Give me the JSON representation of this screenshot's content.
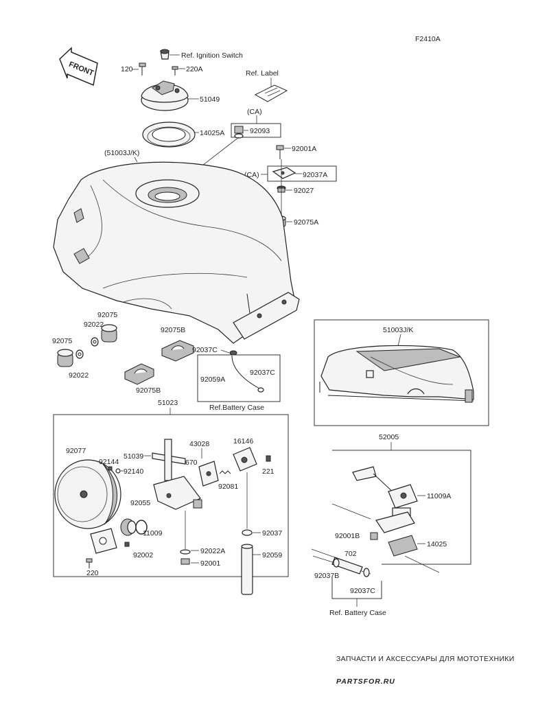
{
  "figure_code": "F2410A",
  "front_arrow": "FRONT",
  "watermark": {
    "line1": "ЗАПЧАСТИ И АКСЕССУАРЫ ДЛЯ МОТОТЕХНИКИ",
    "line2": "PARTSFOR.RU"
  },
  "labels": {
    "ref_ignition": "Ref. Ignition Switch",
    "p120": "120",
    "p220A": "220A",
    "p51049": "51049",
    "ref_label": "Ref. Label",
    "ca1": "(CA)",
    "p14025A": "14025A",
    "p92093": "92093",
    "p51003jk": "(51003J/K)",
    "p92001A": "92001A",
    "ca2": "(CA)",
    "p92037A": "92037A",
    "p92027": "92027",
    "p92075A": "92075A",
    "p92075a": "92075",
    "p92022a": "92022",
    "p92075b": "92075",
    "p92022b": "92022",
    "p92075B1": "92075B",
    "p92075B2": "92075B",
    "p92037C1": "92037C",
    "p92059A": "92059A",
    "p92037C2": "92037C",
    "ref_battery1": "Ref.Battery Case",
    "p51023": "51023",
    "p92077": "92077",
    "p92144": "92144",
    "p92140": "92140",
    "p51039": "51039",
    "p43028": "43028",
    "p670": "670",
    "p16146": "16146",
    "p221": "221",
    "p92081": "92081",
    "p92055": "92055",
    "p11009": "11009",
    "p92002": "92002",
    "p220": "220",
    "p92022A": "92022A",
    "p92001": "92001",
    "p92037": "92037",
    "p92059": "92059",
    "p51003jk_box": "51003J/K",
    "p52005": "52005",
    "p11009A": "11009A",
    "p92001B": "92001B",
    "p14025": "14025",
    "p702": "702",
    "p92037B": "92037B",
    "p92037C3": "92037C",
    "ref_battery2": "Ref. Battery Case"
  }
}
